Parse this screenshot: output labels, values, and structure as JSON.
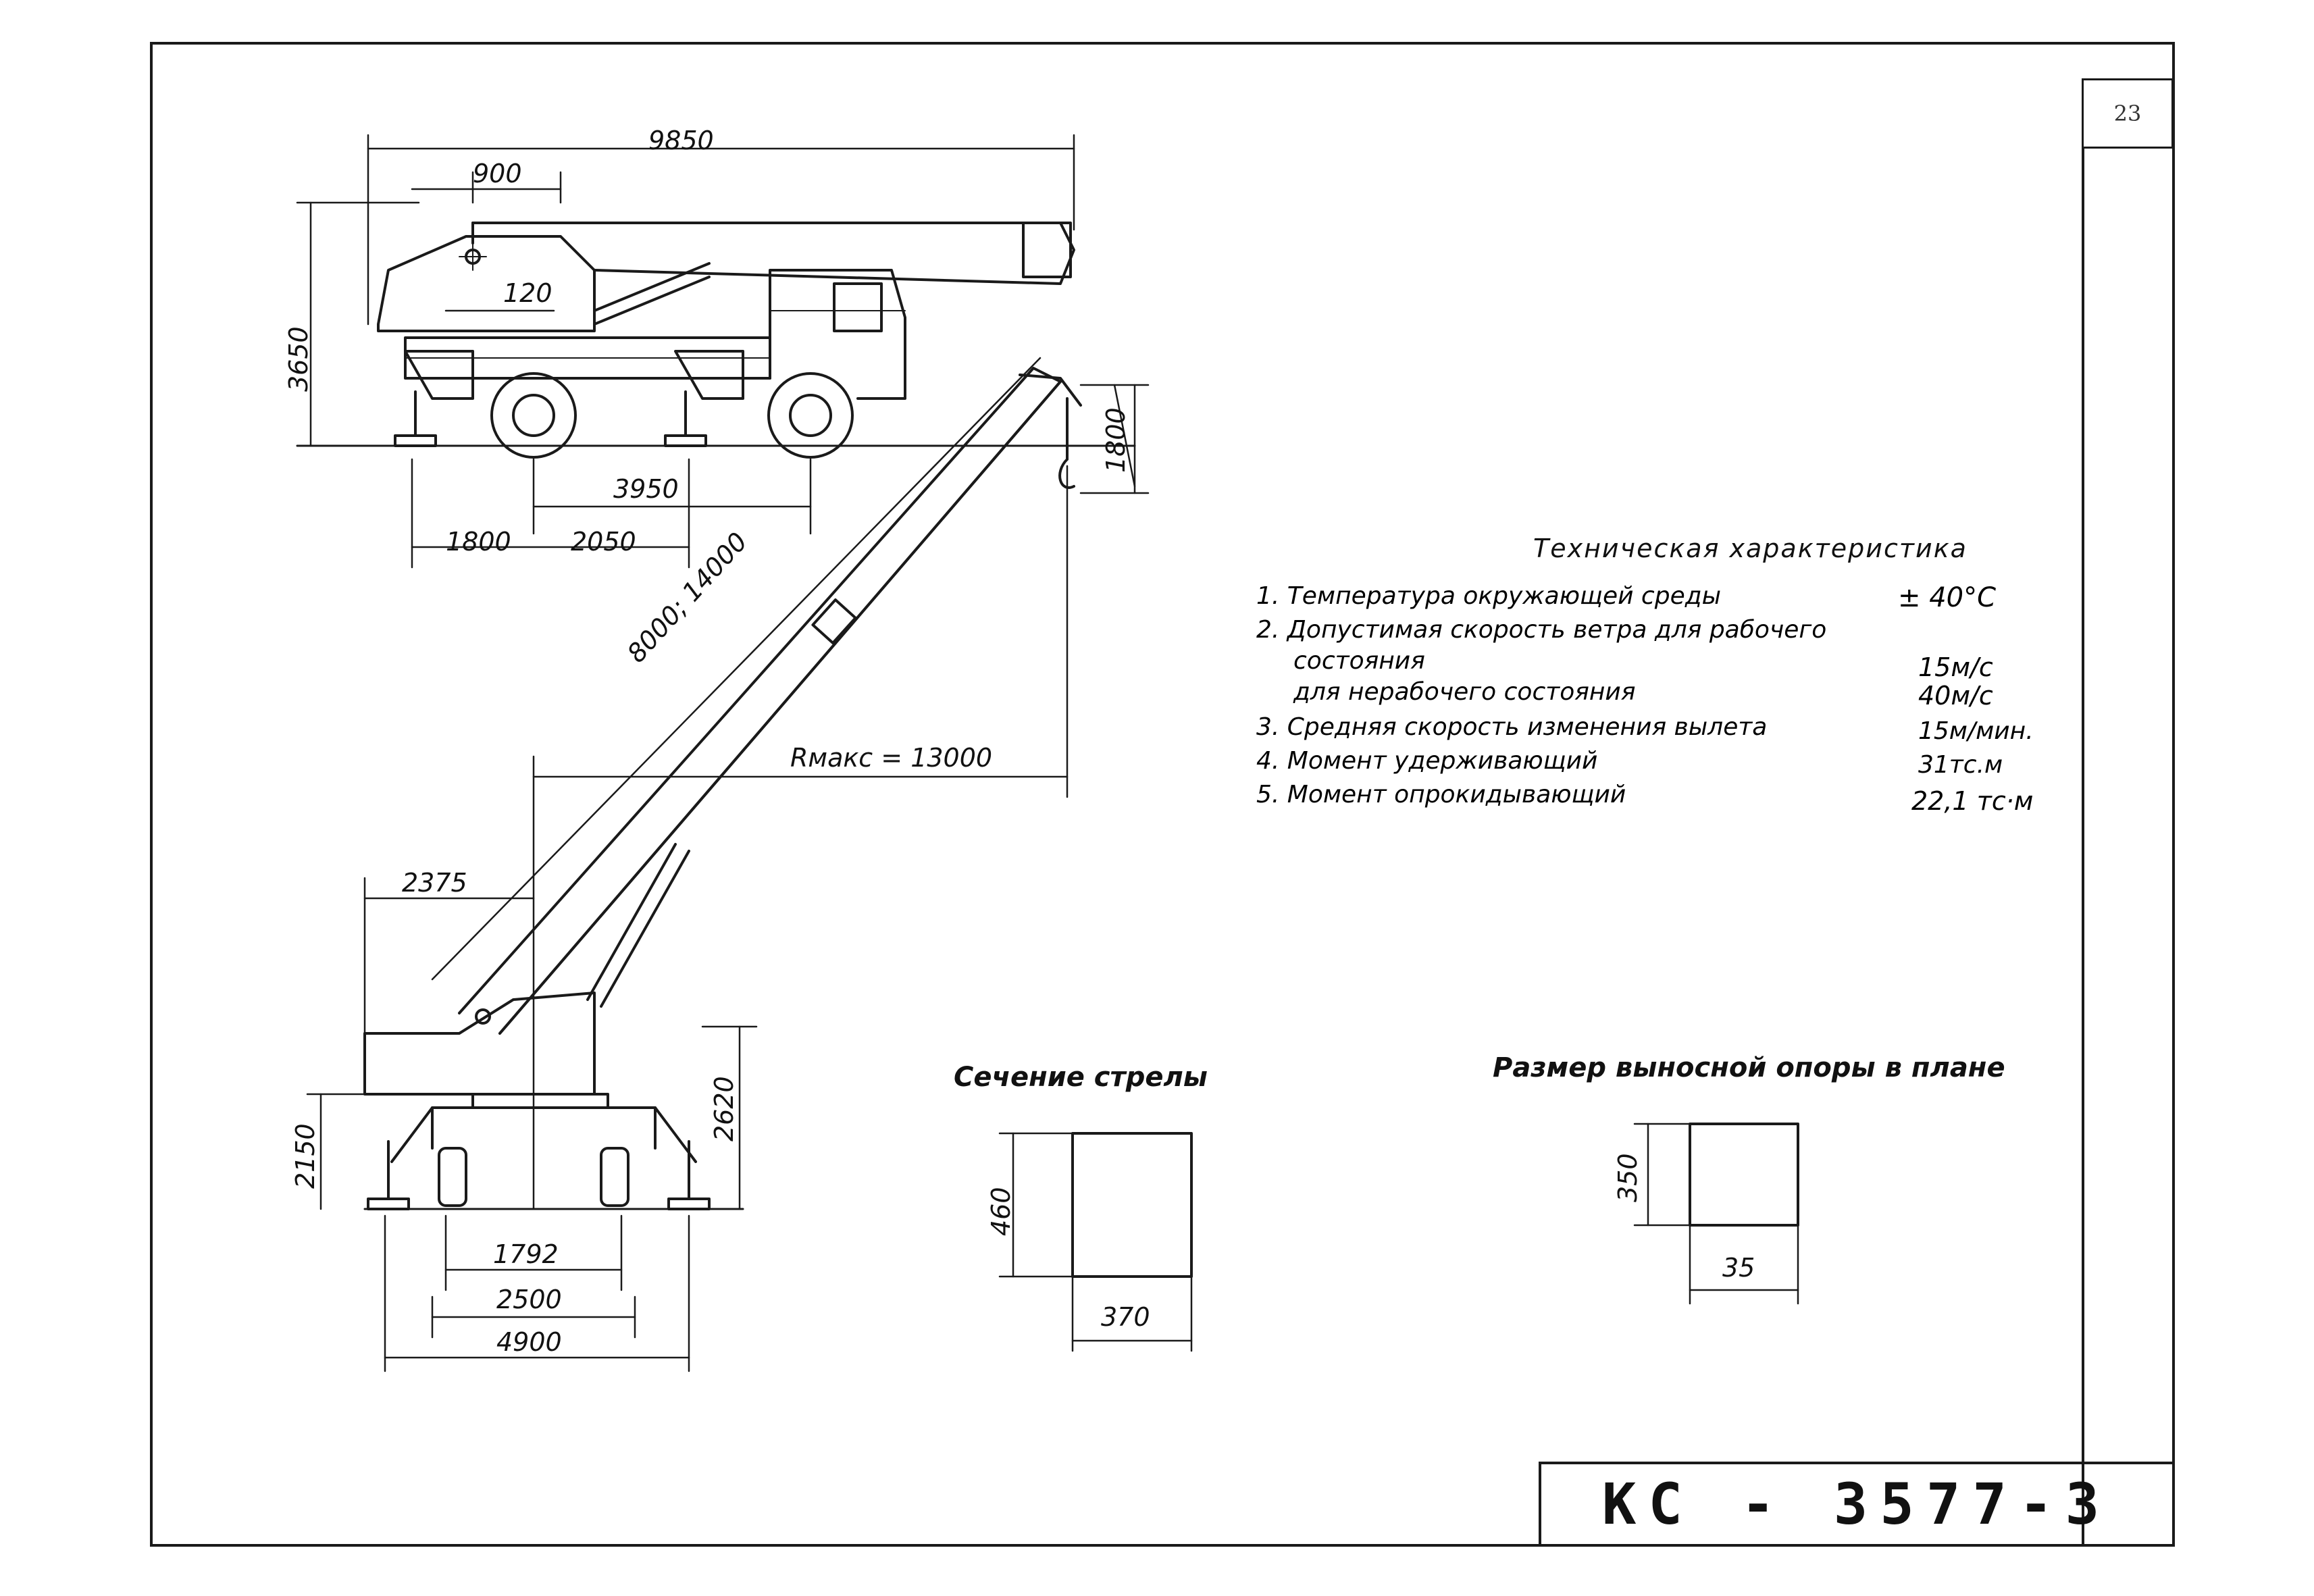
{
  "page_number": "23",
  "title": "КС - 3577-3",
  "dimensions": {
    "overall_length": "9850",
    "top_900": "900",
    "top_120": "120",
    "height_3650": "3650",
    "wheelbase_3950": "3950",
    "d_1800": "1800",
    "d_2050": "2050",
    "hook_1800": "1800",
    "boom_length": "8000; 14000",
    "r_max": "Rмакс = 13000",
    "d_2375": "2375",
    "h_2150": "2150",
    "h_2620": "2620",
    "w_1792": "1792",
    "w_2500": "2500",
    "w_4900": "4900"
  },
  "specs": {
    "heading": "Техническая   характеристика",
    "rows": [
      {
        "label": "1. Температура окружающей среды",
        "value": "± 40°C"
      },
      {
        "label": "2. Допустимая скорость ветра для рабочего",
        "value": ""
      },
      {
        "label": "состояния",
        "value": "15м/с"
      },
      {
        "label": "для нерабочего состояния",
        "value": "40м/с"
      },
      {
        "label": "3. Средняя скорость изменения вылета",
        "value": "15м/мин."
      },
      {
        "label": "4. Момент удерживающий",
        "value": "31тс.м"
      },
      {
        "label": "5. Момент опрокидывающий",
        "value": "22,1 тс·м"
      }
    ]
  },
  "boom_section": {
    "label": "Сечение стрелы",
    "height": "460",
    "width": "370"
  },
  "outrigger": {
    "label": "Размер выносной опоры в плане",
    "height": "350",
    "width": "35"
  }
}
